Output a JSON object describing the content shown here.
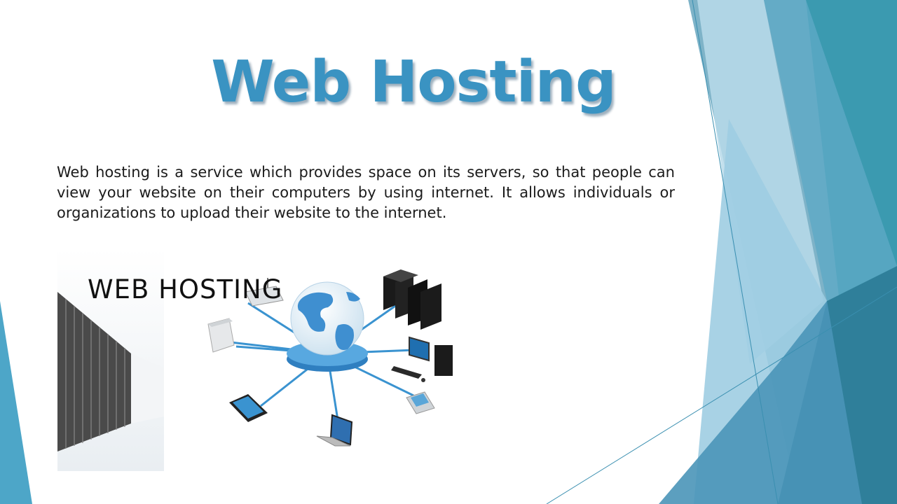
{
  "slide": {
    "title": "Web Hosting",
    "body": "Web hosting is a service which provides space on its servers, so that people can view your website on their computers by using internet. It allows individuals or organizations to upload their website to the internet."
  },
  "illustration": {
    "label": "WEB HOSTING",
    "icons": [
      "server-rack-icon",
      "globe-icon",
      "server-cluster-icon",
      "desktop-computer-icon",
      "laptop-icon",
      "tablet-icon",
      "phone-icon",
      "printer-icon",
      "router-icon"
    ]
  },
  "theme": {
    "accent": "#3a93c2",
    "deco_dark": "#2f7f9a",
    "deco_mid": "#4d9fc0",
    "deco_light": "#a9d3e6"
  }
}
